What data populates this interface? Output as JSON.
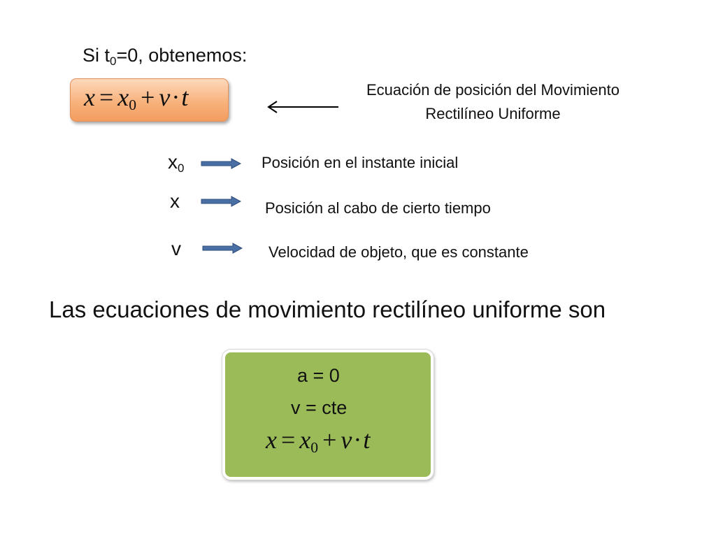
{
  "intro": {
    "prefix": "Si t",
    "subscript": "0",
    "suffix": "=0, obtenemos:"
  },
  "formula": {
    "lhs": "x",
    "equals": "=",
    "x": "x",
    "x_sub": "0",
    "plus": "+",
    "v": "v",
    "dot": "·",
    "t": "t"
  },
  "equation_description": {
    "line1": "Ecuación de posición del Movimiento",
    "line2": "Rectilíneo Uniforme"
  },
  "variables": [
    {
      "symbol": "x",
      "subscript": "0",
      "description": "Posición en el instante inicial"
    },
    {
      "symbol": "x",
      "subscript": "",
      "description": "Posición al cabo de cierto tiempo"
    },
    {
      "symbol": "v",
      "subscript": "",
      "description": "Velocidad de objeto, que es constante"
    }
  ],
  "headline": "Las ecuaciones de movimiento rectilíneo uniforme son",
  "summary": {
    "line1": "a = 0",
    "line2": "v = cte"
  },
  "colors": {
    "orange_box": "#f8b27c",
    "green_box": "#9bbb59",
    "arrow_blue": "#4a6fa5"
  }
}
